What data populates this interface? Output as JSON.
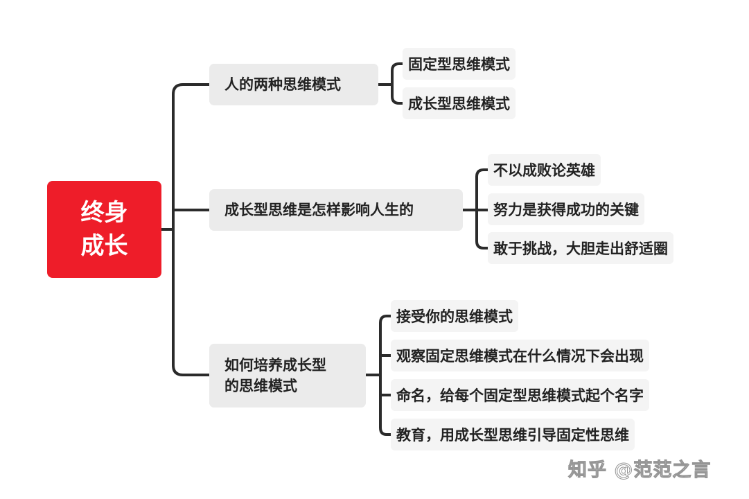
{
  "mindmap": {
    "root": {
      "label": "终身成长",
      "color": "#ee1d29"
    },
    "branches": [
      {
        "label": "人的两种思维模式",
        "children": [
          "固定型思维模式",
          "成长型思维模式"
        ]
      },
      {
        "label": "成长型思维是怎样影响人生的",
        "children": [
          "不以成败论英雄",
          "努力是获得成功的关键",
          "敢于挑战，大胆走出舒适圈"
        ]
      },
      {
        "label_lines": [
          "如何培养成长型",
          "的思维模式"
        ],
        "children": [
          "接受你的思维模式",
          "观察固定思维模式在什么情况下会出现",
          "命名，给每个固定型思维模式起个名字",
          "教育，用成长型思维引导固定性思维"
        ]
      }
    ]
  },
  "watermark": "知乎 @范范之言",
  "colors": {
    "connector": "#2b2b2b",
    "branch_bg": "#ebebeb",
    "leaf_bg": "#f4f4f4"
  }
}
